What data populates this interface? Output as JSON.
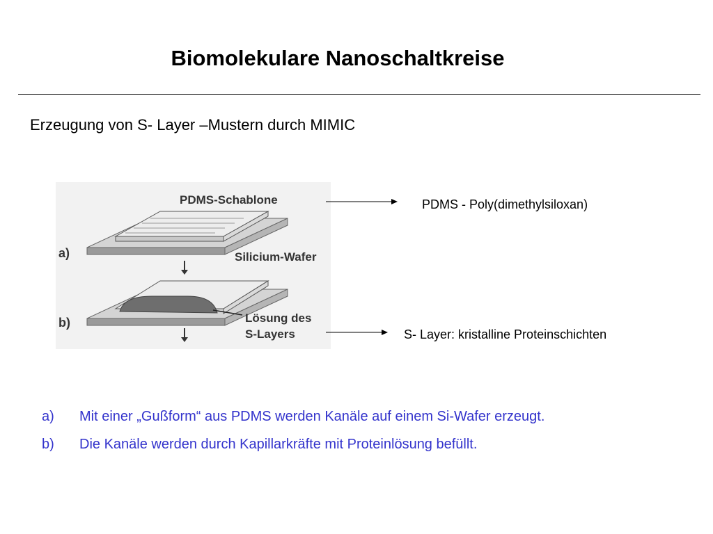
{
  "slide": {
    "title": "Biomolekulare Nanoschaltkreise",
    "subtitle": "Erzeugung von S- Layer –Mustern durch MIMIC"
  },
  "figure": {
    "labels": {
      "pdms": "PDMS-Schablone",
      "wafer": "Silicium-Wafer",
      "step_a": "a)",
      "step_b": "b)",
      "solution_line1": "Lösung des",
      "solution_line2": "S-Layers"
    }
  },
  "annotations": [
    {
      "text": "PDMS - Poly(dimethylsiloxan)"
    },
    {
      "text": "S- Layer: kristalline Proteinschichten"
    }
  ],
  "steps": [
    {
      "marker": "a)",
      "text": "Mit einer „Gußform“ aus PDMS werden Kanäle auf einem Si-Wafer erzeugt."
    },
    {
      "marker": "b)",
      "text": "Die Kanäle werden durch Kapillarkräfte mit Proteinlösung befüllt."
    }
  ],
  "colors": {
    "list_text": "#3333cc"
  }
}
